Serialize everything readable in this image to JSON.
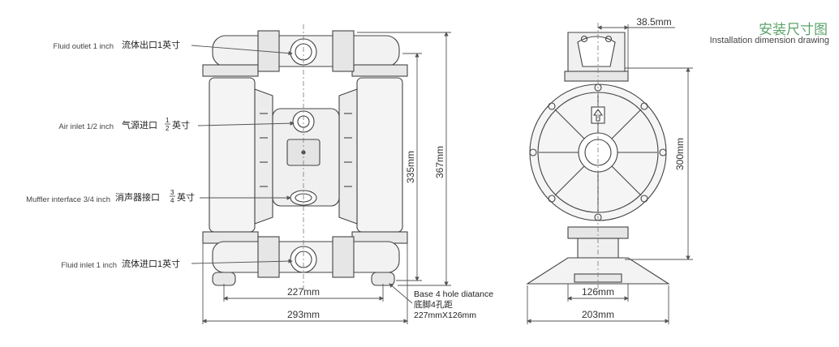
{
  "title": {
    "cn": "安装尺寸图",
    "en": "Installation dimension drawing"
  },
  "callouts": {
    "fluid_outlet": {
      "en": "Fluid outlet 1 inch",
      "cn": "流体出口1英寸"
    },
    "air_inlet": {
      "en": "Air inlet 1/2 inch",
      "cn_pre": "气源进口",
      "frac_num": "1",
      "frac_den": "2",
      "cn_post": "英寸"
    },
    "muffler": {
      "en": "Muffler interface 3/4 inch",
      "cn_pre": "消声器接口",
      "frac_num": "3",
      "frac_den": "4",
      "cn_post": "英寸"
    },
    "fluid_inlet": {
      "en": "Fluid inlet 1 inch",
      "cn": "流体进口1英寸"
    }
  },
  "base_note": {
    "en": "Base 4 hole diatance",
    "cn": "底脚4孔距",
    "dims": "227mmX126mm"
  },
  "front_view_dims": {
    "inner_width": "227mm",
    "outer_width": "293mm",
    "height_335": "335mm",
    "height_367": "367mm"
  },
  "side_view_dims": {
    "top_offset": "38.5mm",
    "height_300": "300mm",
    "base_126": "126mm",
    "base_203": "203mm"
  }
}
